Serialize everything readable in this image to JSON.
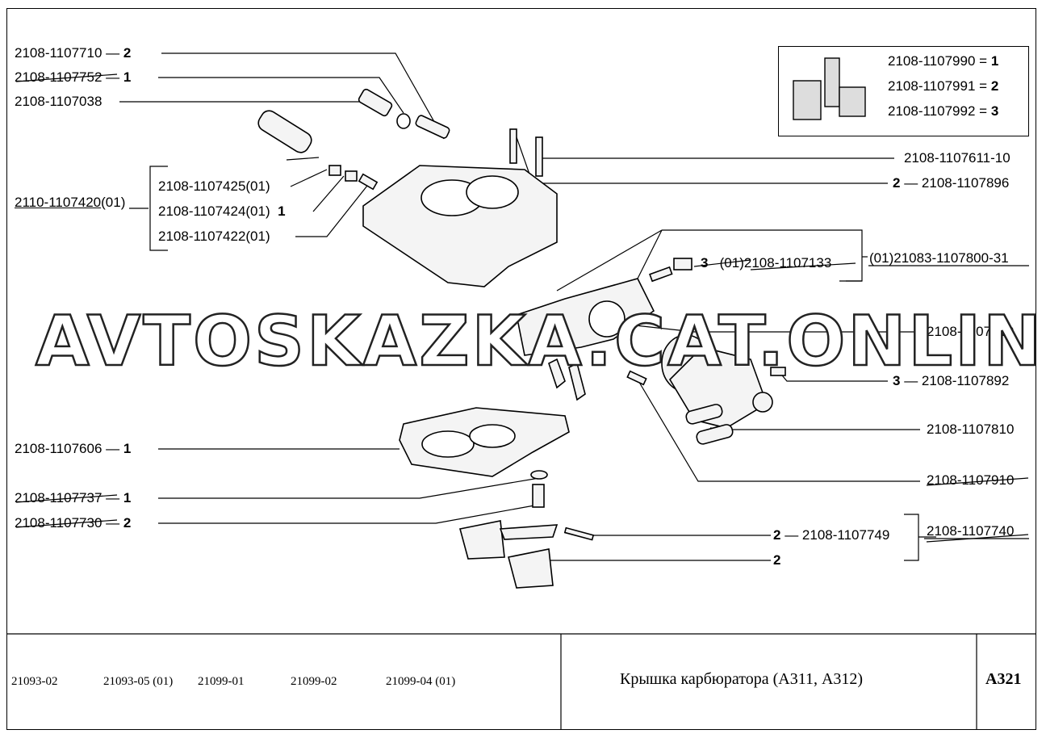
{
  "left_labels": [
    {
      "id": "l1",
      "part": "2108-1107710",
      "qty": "2",
      "strike": false
    },
    {
      "id": "l2",
      "part": "2108-1107752",
      "qty": "1",
      "strike": true
    },
    {
      "id": "l3",
      "part": "2108-1107038",
      "qty": "",
      "strike": false
    },
    {
      "id": "l4",
      "part": "2108-1107425(01)",
      "qty": "",
      "strike": false
    },
    {
      "id": "l5",
      "part": "2108-1107424(01)",
      "qty": "1",
      "strike": false
    },
    {
      "id": "l6",
      "part": "2108-1107422(01)",
      "qty": "",
      "strike": false
    },
    {
      "id": "l7",
      "part": "2108-1107606",
      "qty": "1",
      "strike": false
    },
    {
      "id": "l8",
      "part": "2108-1107737",
      "qty": "1",
      "strike": true
    },
    {
      "id": "l9",
      "part": "2108-1107730",
      "qty": "2",
      "strike": true
    }
  ],
  "group_left": {
    "part_underlined": "2110-1107420",
    "suffix": "(01)"
  },
  "right_labels": [
    {
      "id": "r1",
      "part": "2108-1107611-10",
      "qty": ""
    },
    {
      "id": "r2",
      "part": "2108-1107896",
      "qty": "2"
    },
    {
      "id": "r3",
      "part": "2108-1107819",
      "qty": ""
    },
    {
      "id": "r4",
      "part": "2108-1107892",
      "qty": "3"
    },
    {
      "id": "r5",
      "part": "2108-1107810",
      "qty": ""
    },
    {
      "id": "r6",
      "part": "2108-1107910",
      "qty": "",
      "strike": true
    },
    {
      "id": "r7",
      "part": "2108-1107749",
      "qty": "2"
    },
    {
      "id": "r8",
      "part": "",
      "qty": "2"
    }
  ],
  "float_group": {
    "part": "2108-1107740",
    "strike": true
  },
  "sub_group": {
    "qty": "3",
    "prefix": "(01)",
    "part": "2108-1107133",
    "strike": true
  },
  "sub_group_parent": {
    "prefix": "(01)",
    "part": "21083-1107800-31"
  },
  "legend": [
    {
      "part": "2108-1107990",
      "sign": "=",
      "qty": "1"
    },
    {
      "part": "2108-1107991",
      "sign": "=",
      "qty": "2"
    },
    {
      "part": "2108-1107992",
      "sign": "=",
      "qty": "3"
    }
  ],
  "watermark": "AVTOSKAZKA.CAT.ONLINE",
  "footer": {
    "models": [
      "21093-02",
      "21093-05 (01)",
      "21099-01",
      "21099-02",
      "21099-04 (01)"
    ],
    "title": "Крышка карбюратора (А311, А312)",
    "code": "А321"
  }
}
